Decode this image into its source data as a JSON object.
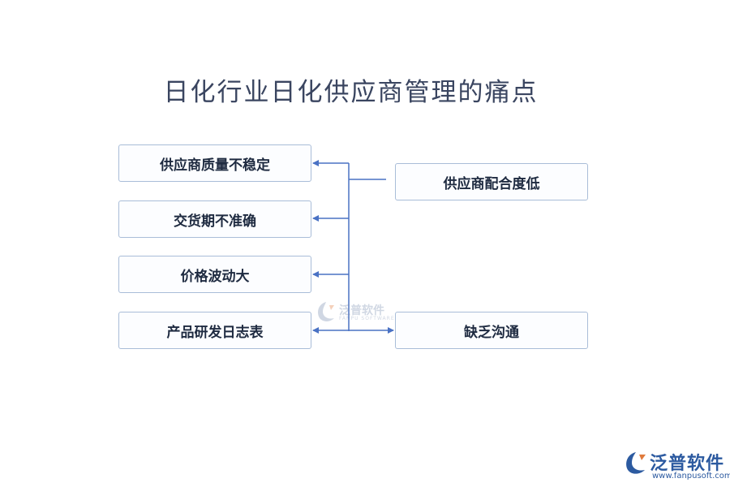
{
  "title": "日化行业日化供应商管理的痛点",
  "left_items": [
    {
      "label": "供应商质量不稳定"
    },
    {
      "label": "交货期不准确"
    },
    {
      "label": "价格波动大"
    },
    {
      "label": "产品研发日志表"
    }
  ],
  "right_items": [
    {
      "label": "供应商配合度低"
    },
    {
      "label": "缺乏沟通"
    }
  ],
  "watermark": {
    "name": "泛普软件",
    "sub": "FANPU SOFTWARE"
  },
  "brand": {
    "name": "泛普软件",
    "url": "www.fanpusoft.com"
  },
  "colors": {
    "connector": "#4a72c4",
    "box_border": "#a9bdd8",
    "brand": "#2c5aa0",
    "title": "#3a4560"
  }
}
